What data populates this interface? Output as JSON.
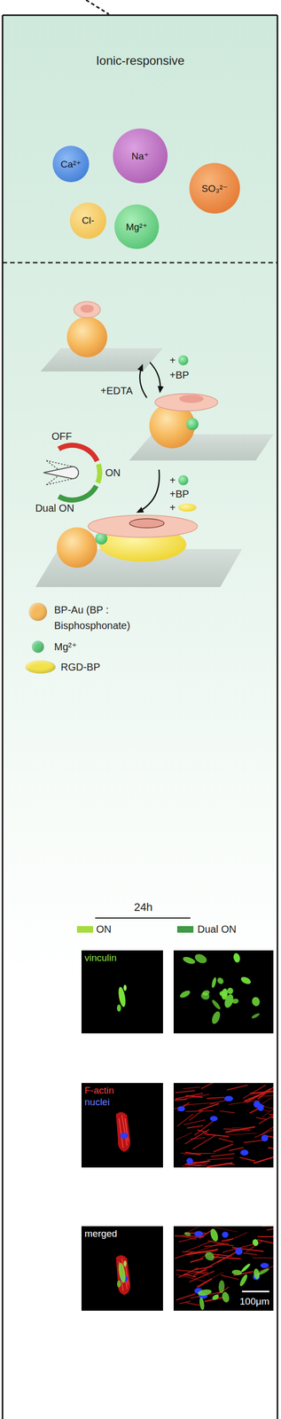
{
  "diagram": {
    "title": "Ionic-responsive",
    "nodes": [
      {
        "text": [
          "Ca²⁺"
        ]
      },
      {
        "text": [
          "Na⁺"
        ]
      },
      {
        "text": [
          "SO₃²⁻"
        ]
      },
      {
        "text": [
          "Cl-"
        ]
      },
      {
        "text": [
          "Mg²⁺"
        ]
      },
      {
        "text": [
          "vinculin"
        ]
      },
      {
        "text": [
          "F-actin",
          "nuclei"
        ]
      },
      {
        "text": [
          "merged"
        ]
      },
      {
        "text": [
          "100μm"
        ]
      }
    ],
    "labels": [
      "+",
      "+BP",
      "+EDTA",
      "OFF",
      "ON",
      "+",
      "+BP",
      "Dual ON",
      "+",
      "24h"
    ],
    "legend": [
      {
        "text": "BP-Au (BP : Bisphosphonate)",
        "color": "#f5b95c"
      },
      {
        "text": "Mg²⁺",
        "color": "#5cc87a"
      },
      {
        "text": "RGD-BP",
        "color": "#f2e24a"
      },
      {
        "text": "ON",
        "color": "#a6dc3c"
      },
      {
        "text": "Dual ON",
        "color": "#3f9a45"
      }
    ]
  }
}
